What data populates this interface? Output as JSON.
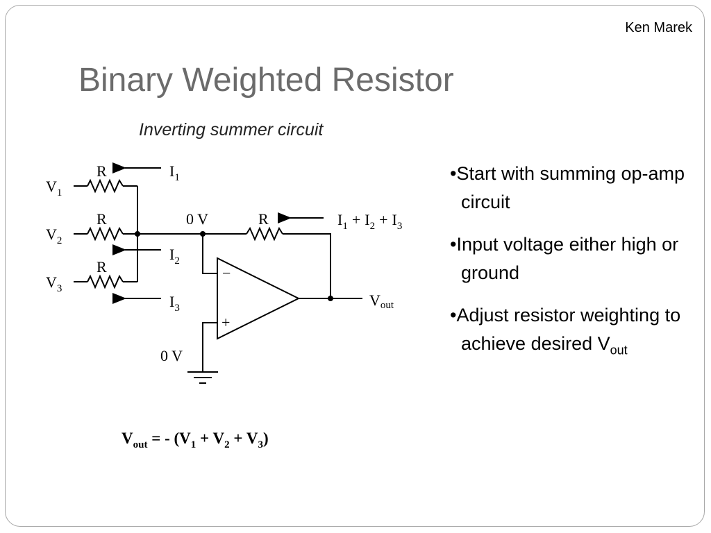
{
  "slide": {
    "author": "Ken Marek",
    "title": "Binary Weighted Resistor"
  },
  "diagram": {
    "heading": "Inverting summer circuit",
    "resistor_label": "R",
    "inputs": [
      {
        "label": "V",
        "sub": "1"
      },
      {
        "label": "V",
        "sub": "2"
      },
      {
        "label": "V",
        "sub": "3"
      }
    ],
    "currents": [
      {
        "label": "I",
        "sub": "1"
      },
      {
        "label": "I",
        "sub": "2"
      },
      {
        "label": "I",
        "sub": "3"
      }
    ],
    "feedback_current": {
      "i1": "I",
      "s1": "1",
      "plus1": "+",
      "i2": "I",
      "s2": "2",
      "plus2": "+",
      "i3": "I",
      "s3": "3"
    },
    "virtual_ground_label": "0 V",
    "ground_label": "0 V",
    "minus_sign": "−",
    "plus_sign": "+",
    "output_label": "V",
    "output_sub": "out",
    "formula": {
      "lhs": "V",
      "lhs_sub": "out",
      "eq": " = - (",
      "v1": "V",
      "s1": "1",
      "p1": " + ",
      "v2": "V",
      "s2": "2",
      "p2": " + ",
      "v3": "V",
      "s3": "3",
      "close": ")"
    }
  },
  "bullets": [
    {
      "marker": "•",
      "text": "Start with summing op-amp circuit"
    },
    {
      "marker": "•",
      "text": "Input voltage either high or ground"
    },
    {
      "marker": "•",
      "text": "Adjust resistor weighting to achieve desired V",
      "sub": "out"
    }
  ]
}
